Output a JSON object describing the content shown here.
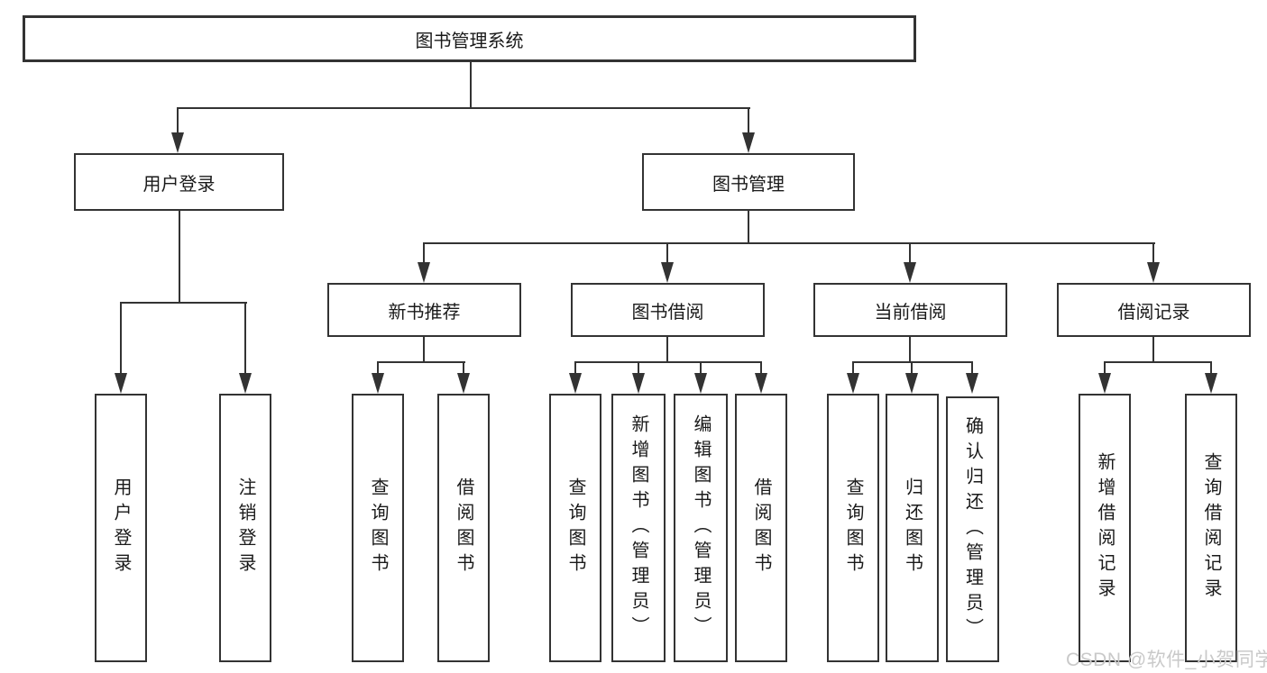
{
  "diagram": {
    "watermark": "CSDN @软件_小贺同学",
    "colors": {
      "line": "#333333",
      "text": "#1a1a1a",
      "background": "#ffffff",
      "watermark": "#c9c9c9"
    },
    "root": {
      "label": "图书管理系统"
    },
    "branches": [
      {
        "label": "用户登录",
        "children": [
          {
            "label": "用户登录"
          },
          {
            "label": "注销登录"
          }
        ]
      },
      {
        "label": "图书管理",
        "children": [
          {
            "label": "新书推荐",
            "children": [
              {
                "label": "查询图书"
              },
              {
                "label": "借阅图书"
              }
            ]
          },
          {
            "label": "图书借阅",
            "children": [
              {
                "label": "查询图书"
              },
              {
                "label": "新增图书（管理员）"
              },
              {
                "label": "编辑图书（管理员）"
              },
              {
                "label": "借阅图书"
              }
            ]
          },
          {
            "label": "当前借阅",
            "children": [
              {
                "label": "查询图书"
              },
              {
                "label": "归还图书"
              },
              {
                "label": "确认归还（管理员）"
              }
            ]
          },
          {
            "label": "借阅记录",
            "children": [
              {
                "label": "新增借阅记录"
              },
              {
                "label": "查询借阅记录"
              }
            ]
          }
        ]
      }
    ]
  }
}
